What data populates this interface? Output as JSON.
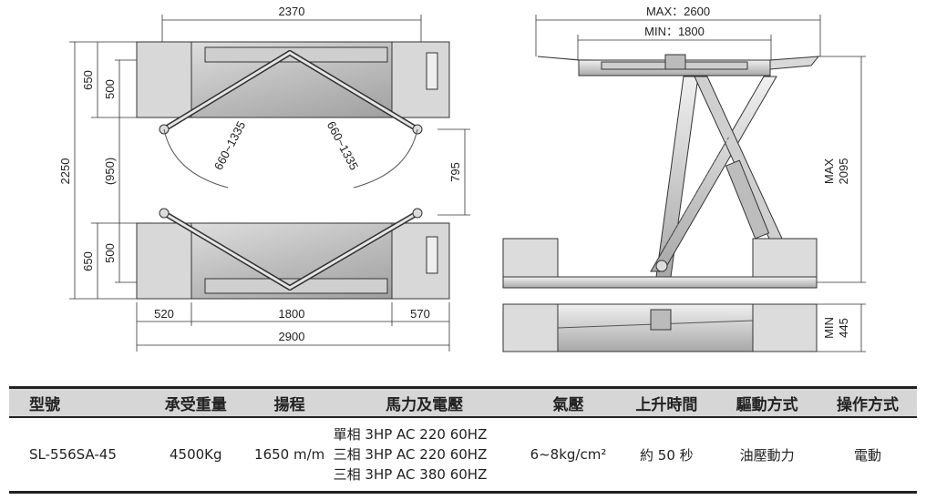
{
  "plan_view": {
    "dim_total_width": "2370",
    "dim_total_height": "2250",
    "dim_top_platform_outer": "650",
    "dim_top_platform_inner": "500",
    "dim_gap": "(950)",
    "dim_bottom_platform_outer": "650",
    "dim_bottom_platform_inner": "500",
    "dim_arm_left": "660~1335",
    "dim_arm_right": "660~1335",
    "dim_inner_gap": "795",
    "dim_left_segment": "520",
    "dim_center_segment": "1800",
    "dim_right_segment": "570",
    "dim_overall_length": "2900"
  },
  "side_view": {
    "dim_max_length": "MAX：2600",
    "dim_min_length": "MIN：1800",
    "dim_max_height": "MAX\n2095",
    "dim_max_height_line1": "MAX",
    "dim_max_height_line2": "2095",
    "dim_min_height_line1": "MIN",
    "dim_min_height_line2": "445"
  },
  "spec_table": {
    "headers": [
      "型號",
      "承受重量",
      "揚程",
      "馬力及電壓",
      "氣壓",
      "上升時間",
      "驅動方式",
      "操作方式"
    ],
    "row": {
      "model": "SL-556SA-45",
      "capacity": "4500Kg",
      "lift_height": "1650 m/m",
      "power_lines": [
        "單相 3HP AC 220 60HZ",
        "三相 3HP AC 220 60HZ",
        "三相 3HP AC 380 60HZ"
      ],
      "air_pressure": "6~8kg/cm²",
      "rise_time": "約 50 秒",
      "drive": "油壓動力",
      "operation": "電動"
    }
  }
}
